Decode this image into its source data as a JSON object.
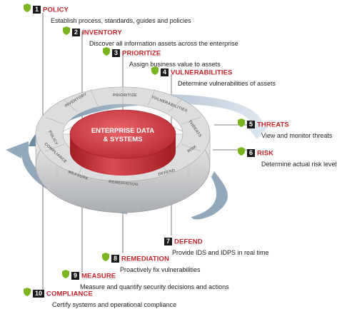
{
  "center": {
    "line1": "ENTERPRISE DATA",
    "line2": "& SYSTEMS"
  },
  "steps": [
    {
      "num": "1",
      "title": "POLICY",
      "desc": "Establish process, standards, guides and policies"
    },
    {
      "num": "2",
      "title": "INVENTORY",
      "desc": "Discover all information assets across the enterprise"
    },
    {
      "num": "3",
      "title": "PRIORITIZE",
      "desc": "Assign business value to assets"
    },
    {
      "num": "4",
      "title": "VULNERABILITIES",
      "desc": "Determine vulnerabilities of assets"
    },
    {
      "num": "5",
      "title": "THREATS",
      "desc": "View and monitor threats"
    },
    {
      "num": "6",
      "title": "RISK",
      "desc": "Determine actual risk level"
    },
    {
      "num": "7",
      "title": "DEFEND",
      "desc": "Provide IDS and IDPS in real time"
    },
    {
      "num": "8",
      "title": "REMEDIATION",
      "desc": "Proactively fix vulnerabilities"
    },
    {
      "num": "9",
      "title": "MEASURE",
      "desc": "Measure and quantify security decisions and actions"
    },
    {
      "num": "10",
      "title": "COMPLIANCE",
      "desc": "Certify systems and operational compliance"
    }
  ],
  "ring_labels": [
    "POLICY",
    "INVENTORY",
    "PRIORITIZE",
    "VULNERABILITIES",
    "THREATS",
    "RISK",
    "DEFEND",
    "REMEDIATION",
    "MEASURE",
    "COMPLIANCE"
  ],
  "colors": {
    "accent": "#c0262b",
    "shield": "#7ab51d",
    "ring": "#d9dadb",
    "arrow": "#7e97ad"
  }
}
